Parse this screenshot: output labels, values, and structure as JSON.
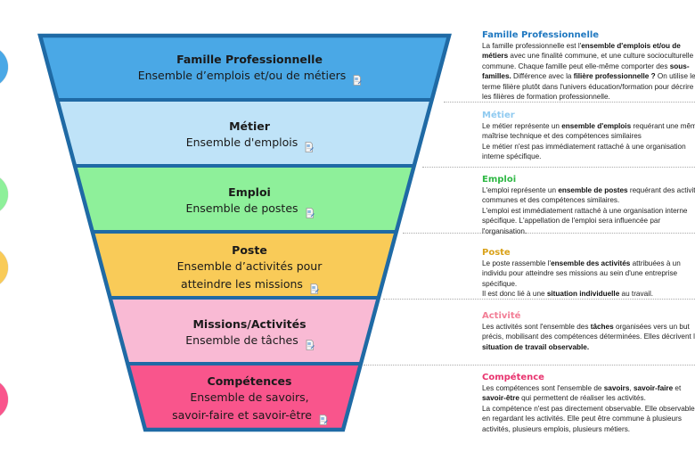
{
  "colors": {
    "outline": "#1f6aa5",
    "famille": "#4aa8e6",
    "metier": "#bfe3f8",
    "emploi": "#8ef09a",
    "poste": "#f9cb58",
    "activite": "#f9bad4",
    "competence": "#f9558c",
    "title_famille": "#1f78c0",
    "title_metier": "#8fcaf0",
    "title_emploi": "#2fb845",
    "title_poste": "#d9a21a",
    "title_activite": "#f27e96",
    "title_competence": "#e8336e"
  },
  "circles": [
    {
      "name": "famille",
      "color": "#4aa8e6"
    },
    {
      "name": "emploi",
      "color": "#8ef09a"
    },
    {
      "name": "poste",
      "color": "#f9cb58"
    },
    {
      "name": "competence",
      "color": "#f9558c"
    }
  ],
  "funnel": {
    "layers": [
      {
        "title": "Famille Professionnelle",
        "lines": [
          "Ensemble d’emplois et/ou de métiers"
        ],
        "icon": "note-icon"
      },
      {
        "title": "Métier",
        "lines": [
          "Ensemble d'emplois"
        ],
        "icon": "note-icon"
      },
      {
        "title": "Emploi",
        "lines": [
          "Ensemble de postes"
        ],
        "icon": "note-icon"
      },
      {
        "title": "Poste",
        "lines": [
          "Ensemble d’activités pour",
          "atteindre les missions"
        ],
        "icon": "note-icon"
      },
      {
        "title": "Missions/Activités",
        "lines": [
          "Ensemble de tâches"
        ],
        "icon": "note-icon"
      },
      {
        "title": "Compétences",
        "lines": [
          "Ensemble de savoirs,",
          "savoir-faire et savoir-être"
        ],
        "icon": "note-icon"
      }
    ]
  },
  "definitions": [
    {
      "title": "Famille Professionnelle",
      "segments": [
        {
          "t": "La famille professionnelle est l'"
        },
        {
          "t": "ensemble d'emplois et/ou de métiers",
          "b": true
        },
        {
          "t": " avec une  finalité commune, et une culture socioculturelle commune. Chaque famille peut elle-même comporter des "
        },
        {
          "t": "sous-familles.",
          "b": true
        },
        {
          "t": " Différence avec la "
        },
        {
          "t": "filière professionnelle ?",
          "b": true
        },
        {
          "t": " On utilise le terme filière plutôt dans l'univers éducation/formation pour décrire les filières de formation professionnelle."
        }
      ]
    },
    {
      "title": "Métier",
      "segments": [
        {
          "t": "Le métier représente un "
        },
        {
          "t": "ensemble d'emplois",
          "b": true
        },
        {
          "t": " requérant une même maîtrise technique et des compétences similaires"
        },
        {
          "br": true
        },
        {
          "t": "Le métier n'est pas immédiatement rattaché à une organisation interne spécifique."
        }
      ]
    },
    {
      "title": "Emploi",
      "segments": [
        {
          "t": "L'emploi représente un  "
        },
        {
          "t": "ensemble de postes",
          "b": true
        },
        {
          "t": " requérant des activités communes et des compétences similaires."
        },
        {
          "br": true
        },
        {
          "t": "L'emploi est immédiatement rattaché à une organisation interne spécifique. L'appellation de l'emploi sera influencée par l'organisation."
        }
      ]
    },
    {
      "title": "Poste",
      "segments": [
        {
          "t": "Le poste rassemble l'"
        },
        {
          "t": "ensemble des activités",
          "b": true
        },
        {
          "t": " attribuées à un individu pour atteindre ses missions au sein d'une entreprise spécifique."
        },
        {
          "br": true
        },
        {
          "t": "Il est donc lié à une "
        },
        {
          "t": "situation individuelle",
          "b": true
        },
        {
          "t": " au travail."
        }
      ]
    },
    {
      "title": "Activité",
      "segments": [
        {
          "t": "Les activités sont l'ensemble des "
        },
        {
          "t": "tâches",
          "b": true
        },
        {
          "t": " organisées vers un but précis, mobilisant des compétences déterminées. Elles décrivent la "
        },
        {
          "t": "situation de travail observable.",
          "b": true
        }
      ]
    },
    {
      "title": "Compétence",
      "segments": [
        {
          "t": "Les compétences sont l'ensemble de "
        },
        {
          "t": "savoirs",
          "b": true
        },
        {
          "t": ", "
        },
        {
          "t": "savoir-faire",
          "b": true
        },
        {
          "t": " et "
        },
        {
          "t": "savoir-être",
          "b": true
        },
        {
          "t": " qui permettent de réaliser les activités."
        },
        {
          "br": true
        },
        {
          "t": "La compétence n'est pas directement observable. Elle observable en regardant les activités. Elle peut être commune à plusieurs activités, plusieurs emplois, plusieurs métiers."
        }
      ]
    }
  ]
}
